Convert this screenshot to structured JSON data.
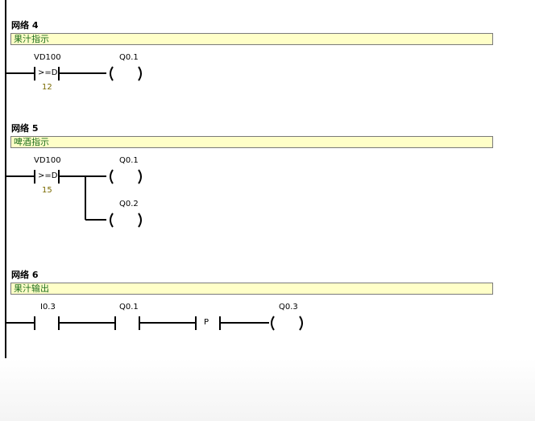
{
  "networks": [
    {
      "title": "网络 4",
      "comment": "果汁指示",
      "contact_address": "VD100",
      "compare_op": ">=D",
      "compare_value": "12",
      "coils": [
        "Q0.1"
      ]
    },
    {
      "title": "网络 5",
      "comment": "啤酒指示",
      "contact_address": "VD100",
      "compare_op": ">=D",
      "compare_value": "15",
      "coils": [
        "Q0.1",
        "Q0.2"
      ]
    },
    {
      "title": "网络 6",
      "comment": "果汁输出",
      "contacts": [
        "I0.3",
        "Q0.1"
      ],
      "edge_label": "P",
      "coil": "Q0.3"
    }
  ]
}
